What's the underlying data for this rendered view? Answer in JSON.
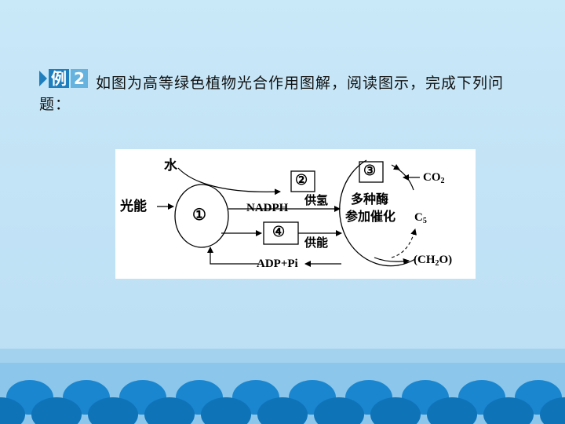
{
  "question": {
    "badge_word": "例",
    "badge_num": "2",
    "text": "如图为高等绿色植物光合作用图解，阅读图示，完成下列问题："
  },
  "diagram": {
    "water": "水",
    "light": "光能",
    "circle1": "①",
    "box2": "②",
    "box3": "③",
    "box4": "④",
    "nadph": "NADPH",
    "supply_h": "供氢",
    "supply_energy": "供能",
    "enzyme_line1": "多种酶",
    "enzyme_line2": "参加催化",
    "co2_main": "CO",
    "co2_sub": "2",
    "c5_main": "C",
    "c5_sub": "5",
    "adp": "ADP+Pi",
    "ch2o_a": "(CH",
    "ch2o_sub": "2",
    "ch2o_b": "O)"
  },
  "colors": {
    "badge": "#1f7fbe",
    "badge_num": "#66b3e0",
    "band": "#a3d2ef",
    "wave": "#1a86cf"
  }
}
